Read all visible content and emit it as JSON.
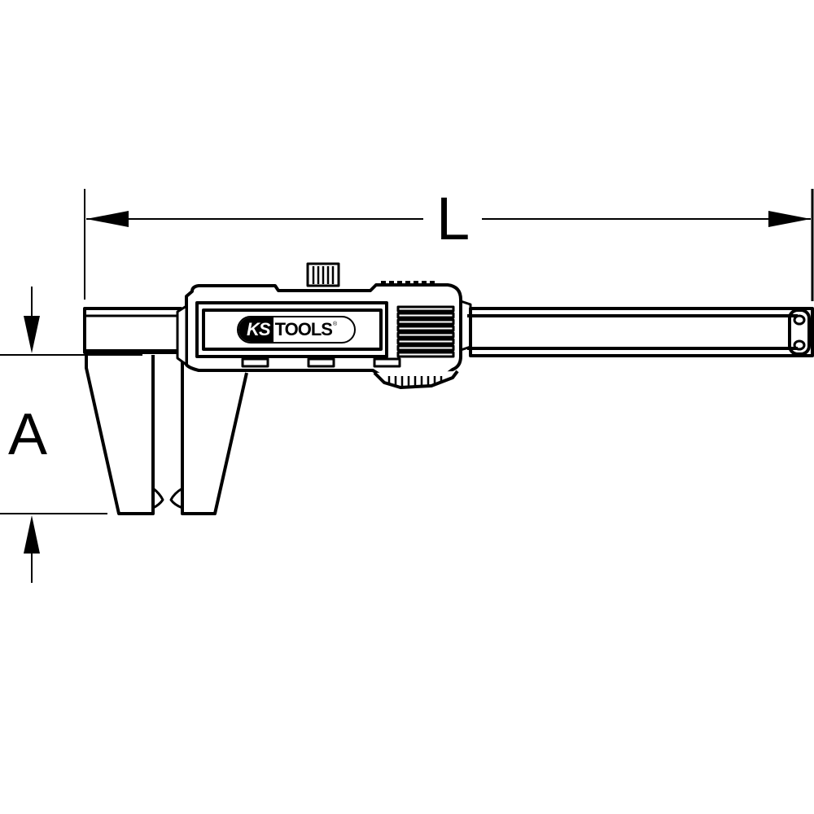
{
  "diagram": {
    "subject": "digital-caliper-for-brake-discs",
    "brand": {
      "left": "KS",
      "right": "TOOLS",
      "registered_mark": "®"
    },
    "dimensions": {
      "length_label": "L",
      "depth_label": "A"
    },
    "colors": {
      "line": "#000000",
      "background": "#ffffff"
    }
  }
}
